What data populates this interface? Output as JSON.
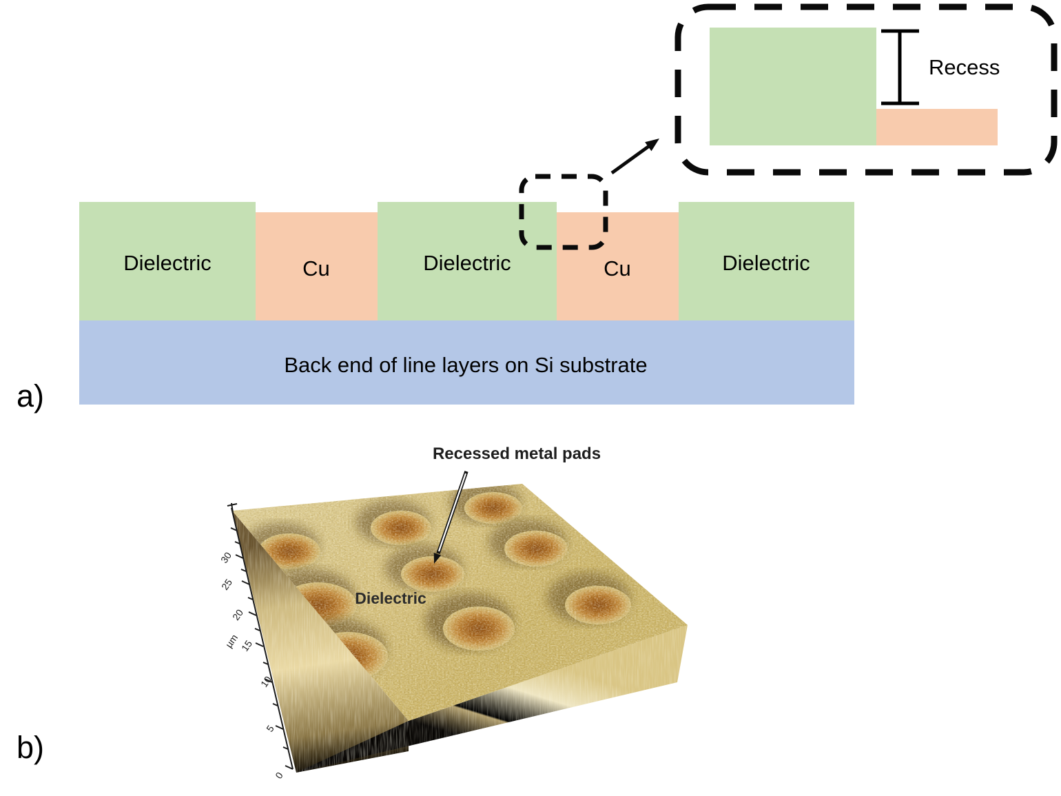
{
  "palette": {
    "dielectric_green": "#c5e0b4",
    "copper_orange": "#f8cbad",
    "substrate_blue": "#b4c7e7",
    "outline_black": "#0a0a0a"
  },
  "panel_a": {
    "label": "a)",
    "blocks": [
      {
        "label": "Dielectric"
      },
      {
        "label": "Cu"
      },
      {
        "label": "Dielectric"
      },
      {
        "label": "Cu"
      },
      {
        "label": "Dielectric"
      }
    ],
    "substrate_label": "Back end of line layers on Si substrate",
    "inset": {
      "recess_label": "Recess"
    }
  },
  "panel_b": {
    "label": "b)",
    "annotations": {
      "recessed_pads": "Recessed metal pads",
      "dielectric": "Dielectric"
    },
    "axis": {
      "unit": "µm",
      "ticks": [
        "0",
        "5",
        "10",
        "15",
        "20",
        "25",
        "30"
      ]
    }
  }
}
